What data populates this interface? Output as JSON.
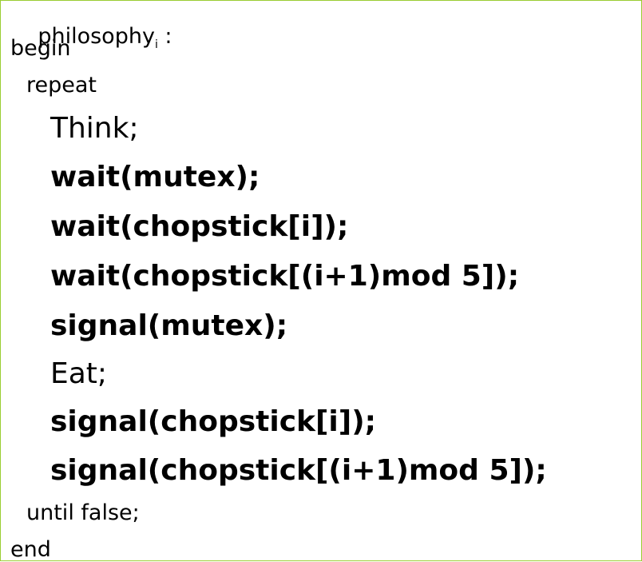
{
  "document": {
    "header_name": "philosophy",
    "header_subscript": "i",
    "header_colon": " :",
    "begin": "begin",
    "repeat": "repeat",
    "think": "Think;",
    "wait_mutex": "wait(mutex);",
    "wait_chop_i": "wait(chopstick[i]);",
    "wait_chop_next": "wait(chopstick[(i+1)mod 5]);",
    "signal_mutex": "signal(mutex);",
    "eat": "Eat;",
    "signal_chop_i": "signal(chopstick[i]);",
    "signal_chop_next": "signal(chopstick[(i+1)mod 5]);",
    "until": "until false;",
    "end": "end"
  },
  "colors": {
    "border": "#9acd32",
    "text": "#000000",
    "background": "#ffffff"
  }
}
